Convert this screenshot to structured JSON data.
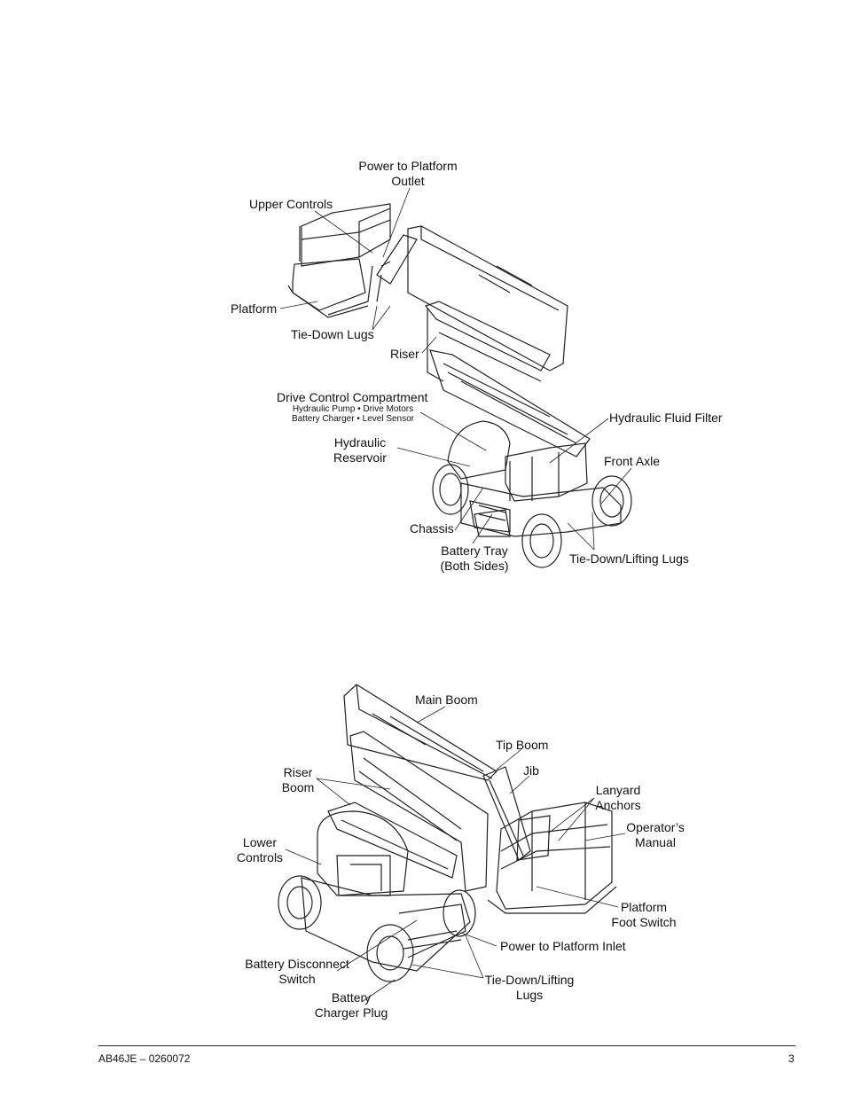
{
  "figure1": {
    "labels": {
      "power_outlet": [
        "Power to Platform",
        "Outlet"
      ],
      "upper_controls": "Upper Controls",
      "platform": "Platform",
      "tie_down_lugs": "Tie-Down Lugs",
      "riser": "Riser",
      "drive_compartment": "Drive Control Compartment",
      "drive_compartment_sub1": "Hydraulic Pump • Drive Motors",
      "drive_compartment_sub2": "Battery Charger • Level Sensor",
      "hydraulic_reservoir": [
        "Hydraulic",
        "Reservoir"
      ],
      "hydraulic_fluid_filter": "Hydraulic Fluid Filter",
      "front_axle": "Front Axle",
      "chassis": "Chassis",
      "battery_tray": [
        "Battery Tray",
        "(Both Sides)"
      ],
      "tie_down_lifting_lugs": "Tie-Down/Lifting Lugs"
    }
  },
  "figure2": {
    "labels": {
      "main_boom": "Main Boom",
      "tip_boom": "Tip Boom",
      "jib": "Jib",
      "riser_boom": [
        "Riser",
        "Boom"
      ],
      "lanyard_anchors": [
        "Lanyard",
        "Anchors"
      ],
      "operators_manual": [
        "Operator’s",
        "Manual"
      ],
      "lower_controls": [
        "Lower",
        "Controls"
      ],
      "platform_foot_switch": [
        "Platform",
        "Foot Switch"
      ],
      "power_inlet": "Power to Platform Inlet",
      "battery_disconnect": [
        "Battery Disconnect",
        "Switch"
      ],
      "tie_down_lifting_lugs": [
        "Tie-Down/Lifting",
        "Lugs"
      ],
      "battery_charger_plug": [
        "Battery",
        "Charger Plug"
      ]
    }
  },
  "footer": {
    "doc_id": "AB46JE – 0260072",
    "page_number": "3"
  }
}
